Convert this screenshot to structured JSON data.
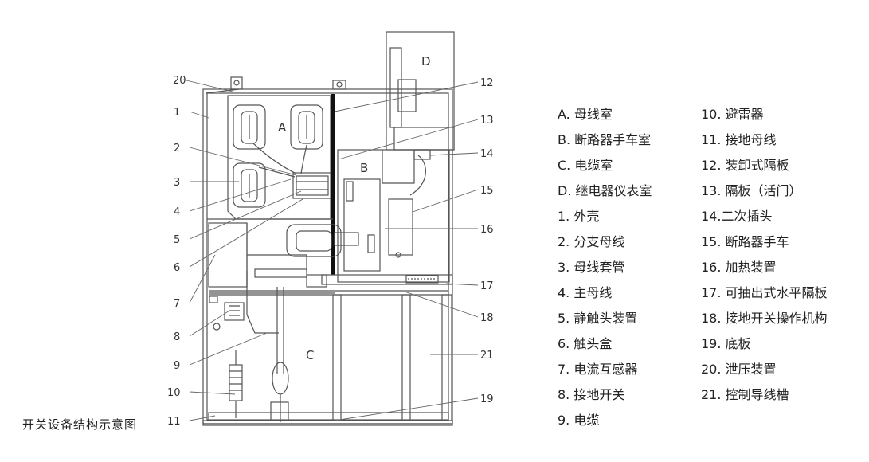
{
  "caption": "开关设备结构示意图",
  "zones": [
    "A",
    "B",
    "C",
    "D"
  ],
  "callouts": [
    "1",
    "2",
    "3",
    "4",
    "5",
    "6",
    "7",
    "8",
    "9",
    "10",
    "11",
    "12",
    "13",
    "14",
    "15",
    "16",
    "17",
    "18",
    "19",
    "20",
    "21"
  ],
  "legend_left": [
    "A. 母线室",
    "B. 断路器手车室",
    "C. 电缆室",
    "D. 继电器仪表室",
    "1. 外壳",
    "2. 分支母线",
    "3. 母线套管",
    "4. 主母线",
    "5. 静触头装置",
    "6. 触头盒",
    "7. 电流互感器",
    "8. 接地开关",
    "9. 电缆"
  ],
  "legend_right": [
    "10. 避雷器",
    "11. 接地母线",
    "12. 装卸式隔板",
    "13. 隔板（活门）",
    "14.二次插头",
    "15. 断路器手车",
    "16. 加热装置",
    "17. 可抽出式水平隔板",
    "18. 接地开关操作机构",
    "19. 底板",
    "20. 泄压装置",
    "21. 控制导线槽"
  ],
  "colors": {
    "line": "#555555",
    "partition": "#111111",
    "text": "#222222"
  }
}
